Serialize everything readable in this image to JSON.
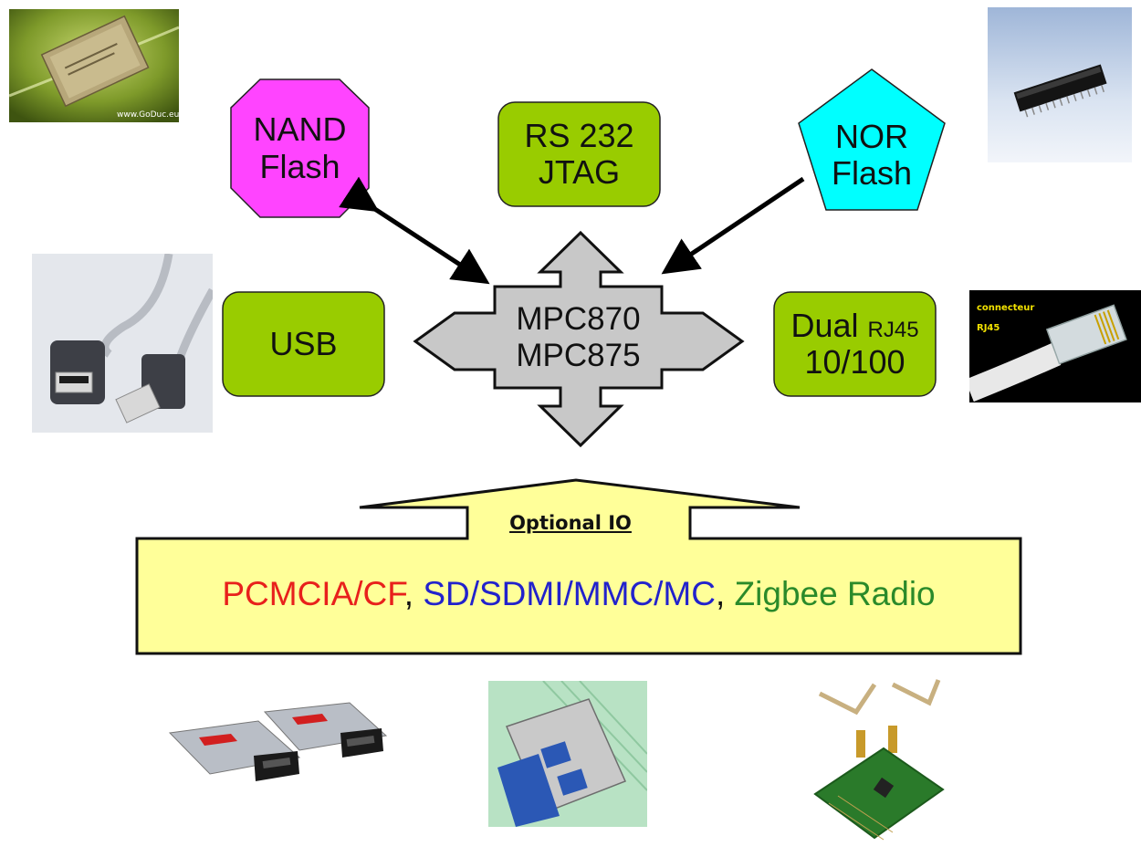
{
  "nodes": {
    "nand": {
      "line1": "NAND",
      "line2": "Flash",
      "color": "#ff44ff"
    },
    "rs232": {
      "line1": "RS 232",
      "line2": "JTAG",
      "color": "#99cc00"
    },
    "nor": {
      "line1": "NOR",
      "line2": "Flash",
      "color": "#00ffff"
    },
    "usb": {
      "label": "USB",
      "color": "#99cc00"
    },
    "cpu": {
      "line1": "MPC870",
      "line2": "MPC875",
      "color": "#c8c8c8"
    },
    "ethernet": {
      "line1_main": "Dual",
      "line1_small": "RJ45",
      "line2": "10/100",
      "color": "#99cc00"
    }
  },
  "optional_io": {
    "title": "Optional IO",
    "fill": "#ffff99",
    "pcmcia": {
      "text": "PCMCIA/CF",
      "color": "#e8201c"
    },
    "sep1": ",",
    "sd": {
      "text": "SD/SDMI/MMC/MC",
      "color": "#2222cc"
    },
    "sep2": ",",
    "zigbee": {
      "text": "Zigbee Radio",
      "color": "#2a8a2a"
    }
  },
  "photos": {
    "nand_chip": {
      "icon": "nand-chip-photo",
      "watermark": "www.GoDuc.eu"
    },
    "nor_chip": {
      "icon": "nor-chip-photo"
    },
    "usb_cable": {
      "icon": "usb-cable-photo"
    },
    "rj45": {
      "icon": "rj45-connector-photo",
      "caption1": "connecteur",
      "caption2": "RJ45"
    },
    "pcmcia_cards": {
      "icon": "pcmcia-cards-photo"
    },
    "sd_socket": {
      "icon": "sd-socket-photo"
    },
    "zigbee_board": {
      "icon": "zigbee-board-photo"
    }
  }
}
